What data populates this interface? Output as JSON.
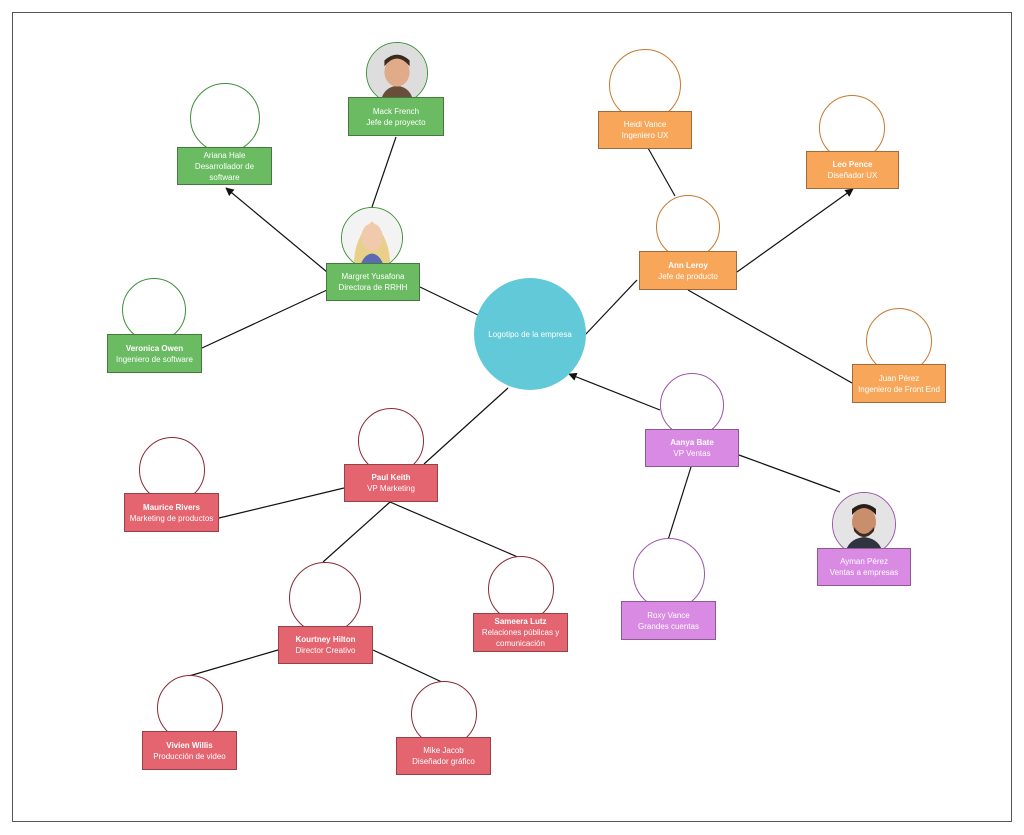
{
  "center": {
    "label": "Logotipo de la empresa"
  },
  "nodes": {
    "mack": {
      "name": "Mack French",
      "role": "Jefe de proyecto"
    },
    "ariana": {
      "name": "Ariana Hale",
      "role": "Desarrollador de software"
    },
    "margret": {
      "name": "Margret Yusafona",
      "role": "Directora de RRHH"
    },
    "veronica": {
      "name": "Veronica Owen",
      "role": "Ingeniero de software"
    },
    "heidi": {
      "name": "Heidi Vance",
      "role": "Ingeniero UX"
    },
    "leo": {
      "name": "Leo Pence",
      "role": "Diseñador UX"
    },
    "ann": {
      "name": "Ann Leroy",
      "role": "Jefe de producto"
    },
    "juan": {
      "name": "Juan Pérez",
      "role": "Ingeniero de Front End"
    },
    "aanya": {
      "name": "Aanya Bate",
      "role": "VP Ventas"
    },
    "ayman": {
      "name": "Ayman Pérez",
      "role": "Ventas a empresas"
    },
    "roxy": {
      "name": "Roxy Vance",
      "role": "Grandes cuentas"
    },
    "maurice": {
      "name": "Maurice Rivers",
      "role": "Marketing de productos"
    },
    "paul": {
      "name": "Paul Keith",
      "role": "VP Marketing"
    },
    "sameera": {
      "name": "Sameera Lutz",
      "role": "Relaciones públicas y comunicación"
    },
    "kourtney": {
      "name": "Kourtney Hilton",
      "role": "Director Creativo"
    },
    "vivien": {
      "name": "Vivien Willis",
      "role": "Producción de video"
    },
    "mike": {
      "name": "Mike Jacob",
      "role": "Diseñador gráfico"
    }
  },
  "colors": {
    "green": "#6abb62",
    "orange": "#f7a65a",
    "red": "#e4646f",
    "violet": "#d98ae3",
    "center": "#62c9d8"
  },
  "icons": [
    "photo-avatar",
    "arrow-head"
  ]
}
